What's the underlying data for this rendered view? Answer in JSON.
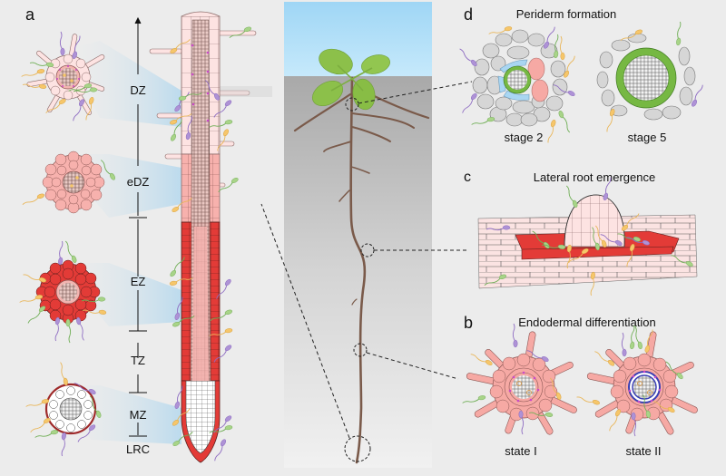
{
  "panels": {
    "a": {
      "letter": "a",
      "zones": [
        {
          "id": "dz",
          "label": "DZ"
        },
        {
          "id": "edz",
          "label": "eDZ"
        },
        {
          "id": "ez",
          "label": "EZ"
        },
        {
          "id": "tz",
          "label": "TZ"
        },
        {
          "id": "mz",
          "label": "MZ"
        },
        {
          "id": "lrc",
          "label": "LRC"
        }
      ]
    },
    "d": {
      "letter": "d",
      "title": "Periderm formation",
      "sub": [
        "stage 2",
        "stage 5"
      ]
    },
    "c": {
      "letter": "c",
      "title": "Lateral root emergence"
    },
    "b": {
      "letter": "b",
      "title": "Endodermal differentiation",
      "sub": [
        "state I",
        "state II"
      ]
    }
  },
  "colors": {
    "background": "#ececec",
    "sky": "#a8dcf7",
    "soil": "#b9b9b9",
    "root_brown": "#7a5a4a",
    "leaf_green": "#8cc04a",
    "pink_cell": "#f6a9a4",
    "pale_pink": "#fbe0df",
    "red_cell": "#e53d3a",
    "periderm_green": "#76b843",
    "grey_cell": "#d4d4d4",
    "blue_cell": "#a9d6f2",
    "casparian_blue": "#3a3fb3",
    "bacteria_orange": "#f6c66a",
    "bacteria_purple": "#a98ad0",
    "bacteria_green": "#9ccc7a"
  }
}
